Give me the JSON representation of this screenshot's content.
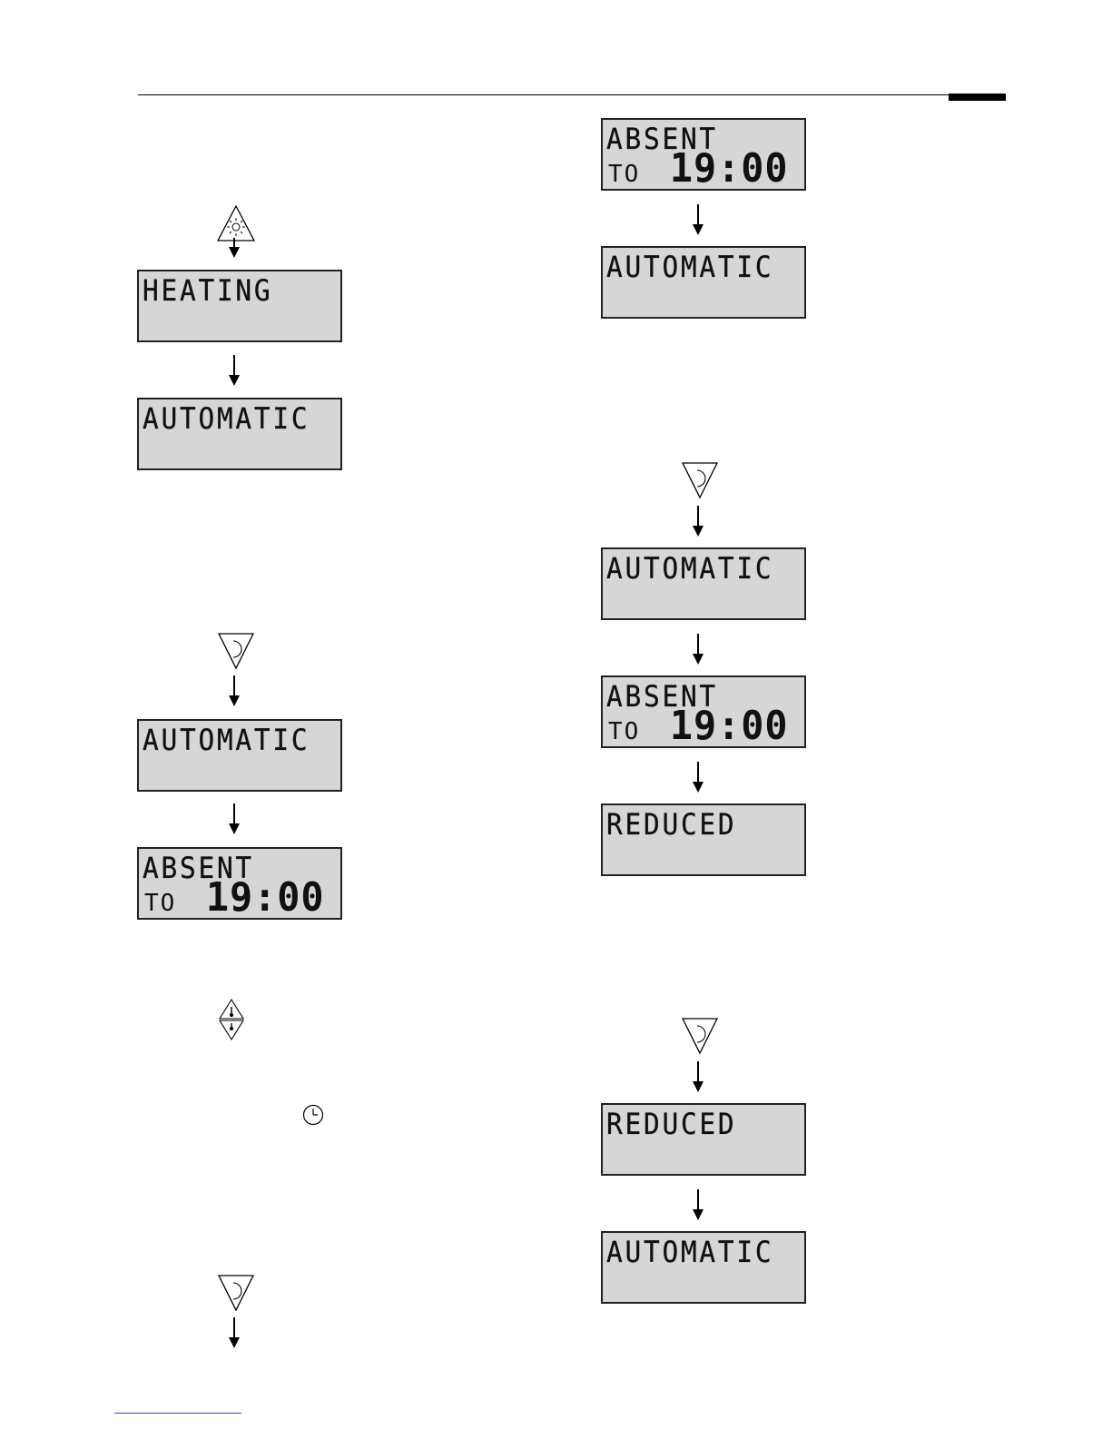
{
  "screens": {
    "heating": {
      "line1": "HEATING"
    },
    "automatic_1": {
      "line1": "AUTOMATIC"
    },
    "automatic_2": {
      "line1": "AUTOMATIC"
    },
    "absent_1": {
      "line1": "ABSENT",
      "line2": "TO",
      "time": "19:00"
    },
    "absent_2": {
      "line1": "ABSENT",
      "line2": "TO",
      "time": "19:00"
    },
    "automatic_3": {
      "line1": "AUTOMATIC"
    },
    "automatic_4": {
      "line1": "AUTOMATIC"
    },
    "absent_3": {
      "line1": "ABSENT",
      "line2": "TO",
      "time": "19:00"
    },
    "reduced_1": {
      "line1": "REDUCED"
    },
    "reduced_2": {
      "line1": "REDUCED"
    },
    "automatic_5": {
      "line1": "AUTOMATIC"
    }
  },
  "icons": {
    "comfort": "sun-triangle-icon",
    "reduced": "moon-triangle-icon",
    "temperature": "thermometer-updown-icon",
    "clock": "clock-icon"
  }
}
